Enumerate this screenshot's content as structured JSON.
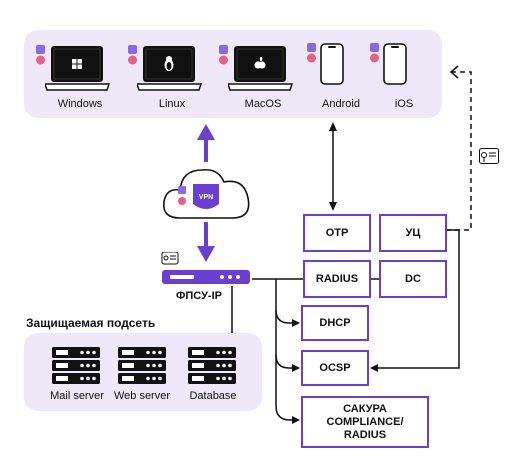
{
  "devices": [
    {
      "label": "Windows",
      "os_icon": "windows-logo-icon",
      "kind": "laptop"
    },
    {
      "label": "Linux",
      "os_icon": "linux-penguin-icon",
      "kind": "laptop"
    },
    {
      "label": "MacOS",
      "os_icon": "apple-logo-icon",
      "kind": "laptop"
    },
    {
      "label": "Android",
      "os_icon": "android-logo-icon",
      "kind": "phone"
    },
    {
      "label": "iOS",
      "os_icon": "apple-logo-icon",
      "kind": "phone"
    }
  ],
  "vpn_cloud": {
    "badge": "VPN"
  },
  "gateway": {
    "label": "ФПСУ-IP"
  },
  "subnet": {
    "title": "Защищаемая подсеть",
    "servers": [
      {
        "label": "Mail server"
      },
      {
        "label": "Web server"
      },
      {
        "label": "Database"
      }
    ]
  },
  "boxes": {
    "otp": "OTP",
    "uc": "УЦ",
    "radius": "RADIUS",
    "dc": "DC",
    "dhcp": "DHCP",
    "ocsp": "OCSP",
    "sakura": "САКУРА COMPLIANCE/ RADIUS"
  },
  "colors": {
    "accent": "#6a3fd0",
    "panel": "#efe8f8",
    "line": "#111111"
  }
}
